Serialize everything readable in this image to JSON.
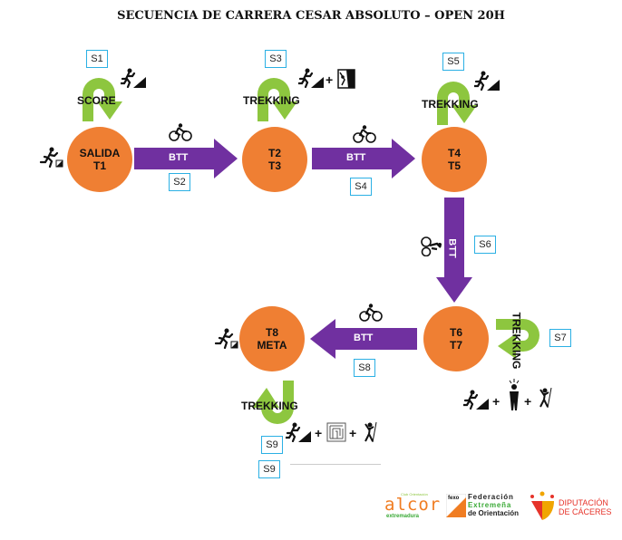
{
  "title": "SECUENCIA DE CARRERA CESAR ABSOLUTO – OPEN 20H",
  "colors": {
    "node": "#ef7f33",
    "btt_arrow": "#7030a0",
    "trekking_arrow": "#8dc63f",
    "section_border": "#2bb0e4"
  },
  "nodes": [
    {
      "line1": "SALIDA",
      "line2": "T1"
    },
    {
      "line1": "T2",
      "line2": "T3"
    },
    {
      "line1": "T4",
      "line2": "T5"
    },
    {
      "line1": "T6",
      "line2": "T7"
    },
    {
      "line1": "T8",
      "line2": "META"
    }
  ],
  "sections": [
    "S1",
    "S2",
    "S3",
    "S4",
    "S5",
    "S6",
    "S7",
    "S8",
    "S9",
    "S9"
  ],
  "loops": {
    "s1": "SCORE",
    "s3": "TREKKING",
    "s5": "TREKKING",
    "s7": "TREKKING",
    "s9": "TREKKING"
  },
  "btt": {
    "s2": "BTT",
    "s4": "BTT",
    "s6": "BTT",
    "s8": "BTT"
  },
  "plus": "+",
  "icons": [
    "runner-icon",
    "orienteering-icon",
    "bike-icon",
    "rappel-icon",
    "headlamp-icon",
    "climber-icon",
    "maze-icon"
  ],
  "logos": {
    "alcor": {
      "top": "Club Orientación",
      "name": "alcor",
      "sub": "extremadura"
    },
    "fexo": {
      "badge": "fexo",
      "line1": "Federación",
      "line2": "Extremeña",
      "line3": "de Orientación"
    },
    "diputacion": {
      "line1": "DIPUTACIÓN",
      "line2": "DE CÁCERES"
    }
  }
}
